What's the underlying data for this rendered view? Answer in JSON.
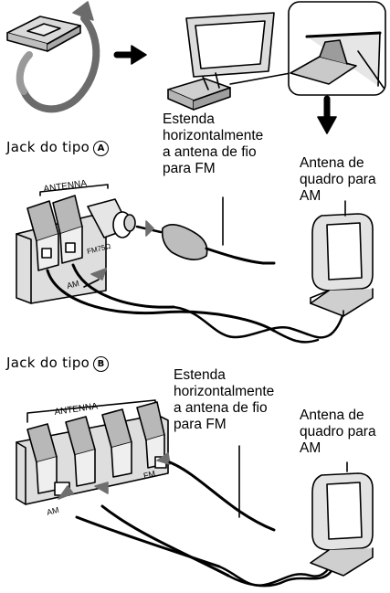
{
  "section_a": {
    "jack_label": "Jack do tipo",
    "jack_badge": "A",
    "fm_instruction": [
      "Estenda",
      "horizontalmente",
      "a antena de fio",
      "para FM"
    ],
    "am_label": [
      "Antena de",
      "quadro para",
      "AM"
    ],
    "panel_label": "ANTENNA",
    "terminal_am": "AM",
    "terminal_fm": "FM75Ω"
  },
  "section_b": {
    "jack_label": "Jack do tipo",
    "jack_badge": "B",
    "fm_instruction": [
      "Estenda",
      "horizontalmente",
      "a antena de fio",
      "para FM"
    ],
    "am_label": [
      "Antena de",
      "quadro para",
      "AM"
    ],
    "panel_label": "ANTENNA",
    "terminal_am": "AM",
    "terminal_fm": "FM"
  }
}
